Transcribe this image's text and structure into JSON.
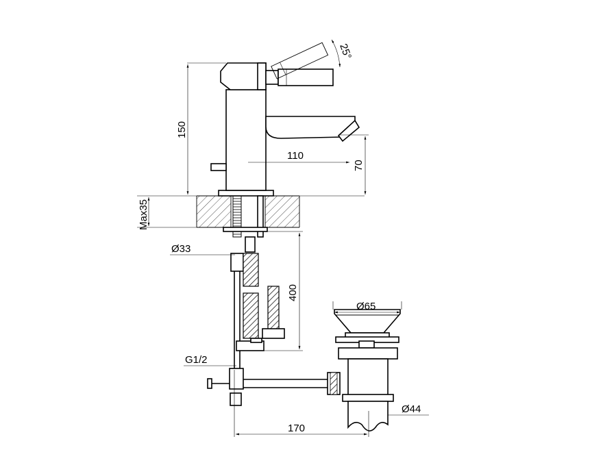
{
  "dimensions": {
    "height_150": "150",
    "spout_reach_110": "110",
    "spout_height_70": "70",
    "lever_angle": "25°",
    "max_deck": "Max35",
    "hole_diameter": "Ø33",
    "hose_length": "400",
    "connection_thread": "G1/2",
    "waste_top_diameter": "Ø65",
    "waste_body_diameter": "Ø44",
    "waste_distance": "170"
  },
  "colors": {
    "line": "#000000",
    "background": "#ffffff"
  }
}
